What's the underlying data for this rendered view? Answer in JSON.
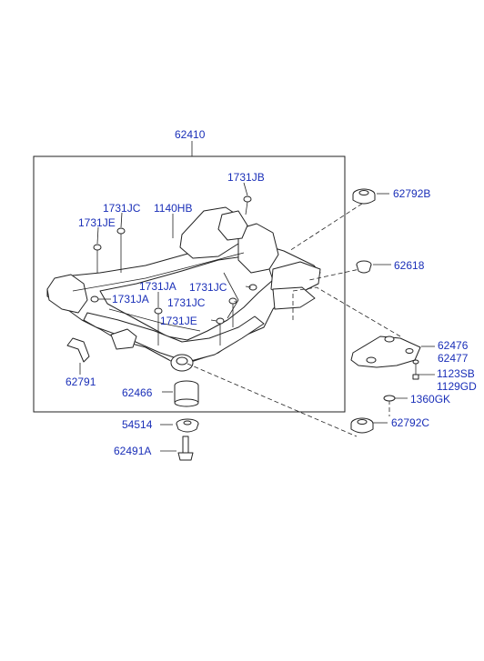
{
  "labels": {
    "assembly": "62410",
    "mount_top": "62792B",
    "bushing_top": "62618",
    "bracket_lh": "62476",
    "bracket_rh": "62477",
    "bolt_a": "1123SB",
    "bolt_b": "1129GD",
    "nut": "1360GK",
    "mount_bottom": "62792C",
    "stopper_jb": "1731JB",
    "stopper_jc_top": "1731JC",
    "stopper_je_top": "1731JE",
    "bolt_hb": "1140HB",
    "stopper_ja_1": "1731JA",
    "stopper_ja_2": "1731JA",
    "stopper_jc_mid": "1731JC",
    "stopper_jc_low": "1731JC",
    "stopper_je_low": "1731JE",
    "clip": "62791",
    "bushing_main": "62466",
    "washer": "54514",
    "bolt_main": "62491A"
  },
  "colors": {
    "label": "#1a2fb8",
    "line": "#222222"
  }
}
